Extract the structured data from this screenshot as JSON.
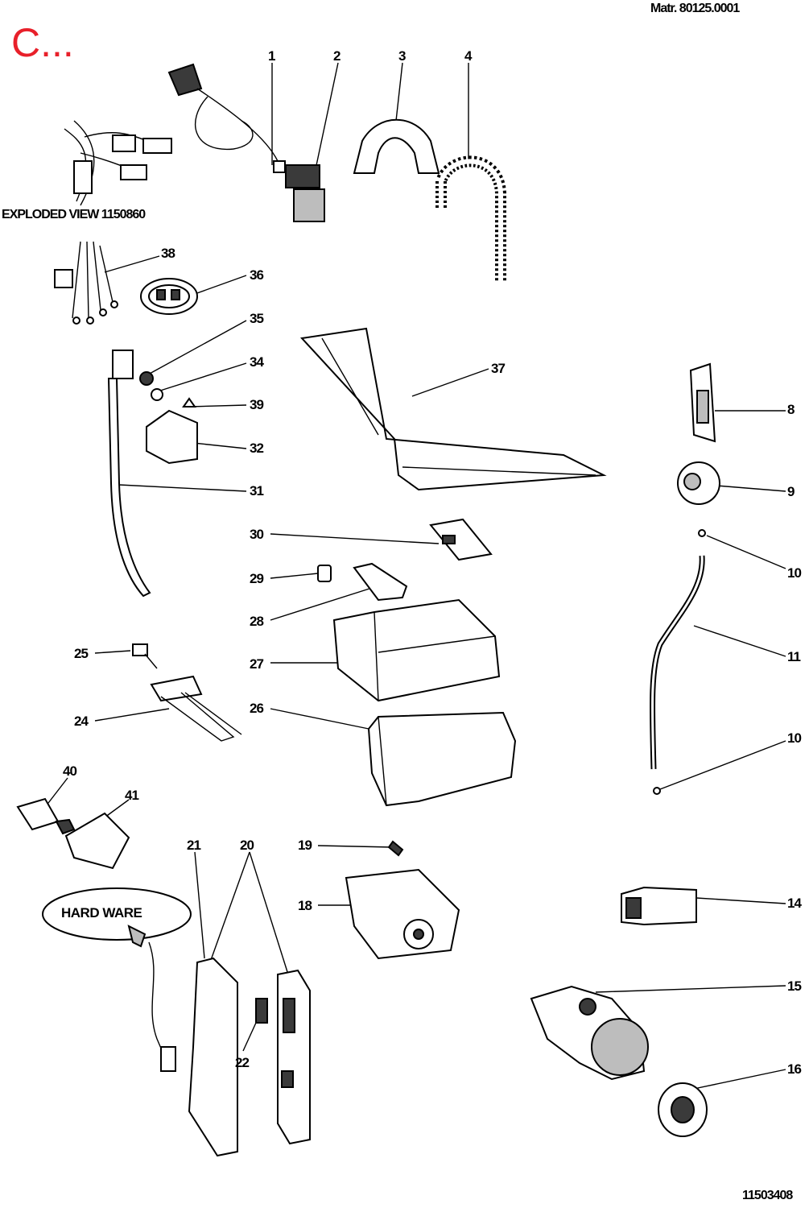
{
  "header": {
    "corner_text": "C...",
    "matr": "Matr. 80125.0001",
    "drawing_code": "11503408",
    "exploded_view": "EXPLODED VIEW 1150860",
    "hardware": "HARD     WARE"
  },
  "labels": [
    {
      "id": "p1",
      "text": "1"
    },
    {
      "id": "p2",
      "text": "2"
    },
    {
      "id": "p3",
      "text": "3"
    },
    {
      "id": "p4",
      "text": "4"
    },
    {
      "id": "p38",
      "text": "38"
    },
    {
      "id": "p36",
      "text": "36"
    },
    {
      "id": "p35",
      "text": "35"
    },
    {
      "id": "p34",
      "text": "34"
    },
    {
      "id": "p39",
      "text": "39"
    },
    {
      "id": "p32",
      "text": "32"
    },
    {
      "id": "p31",
      "text": "31"
    },
    {
      "id": "p37",
      "text": "37"
    },
    {
      "id": "p8",
      "text": "8"
    },
    {
      "id": "p9",
      "text": "9"
    },
    {
      "id": "p10a",
      "text": "10"
    },
    {
      "id": "p11",
      "text": "11"
    },
    {
      "id": "p10b",
      "text": "10"
    },
    {
      "id": "p30",
      "text": "30"
    },
    {
      "id": "p29",
      "text": "29"
    },
    {
      "id": "p28",
      "text": "28"
    },
    {
      "id": "p27",
      "text": "27"
    },
    {
      "id": "p26",
      "text": "26"
    },
    {
      "id": "p25",
      "text": "25"
    },
    {
      "id": "p24",
      "text": "24"
    },
    {
      "id": "p40",
      "text": "40"
    },
    {
      "id": "p41",
      "text": "41"
    },
    {
      "id": "p21",
      "text": "21"
    },
    {
      "id": "p20",
      "text": "20"
    },
    {
      "id": "p19",
      "text": "19"
    },
    {
      "id": "p18",
      "text": "18"
    },
    {
      "id": "p14",
      "text": "14"
    },
    {
      "id": "p15",
      "text": "15"
    },
    {
      "id": "p16",
      "text": "16"
    },
    {
      "id": "p22",
      "text": "22"
    }
  ]
}
